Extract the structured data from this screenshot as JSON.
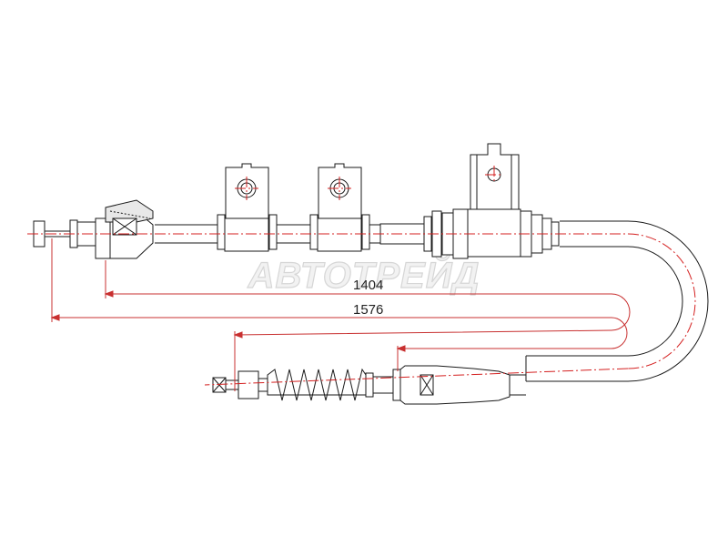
{
  "dimensions": [
    {
      "value": "1404"
    },
    {
      "value": "1576"
    }
  ],
  "watermark": {
    "text": "АВТОТРЕЙД"
  },
  "colors": {
    "outline": "#1a1a1a",
    "centerline": "#d42020",
    "dimension": "#c83030",
    "watermark_fill": "#f2f2f2",
    "watermark_stroke": "#d6d6d6"
  }
}
